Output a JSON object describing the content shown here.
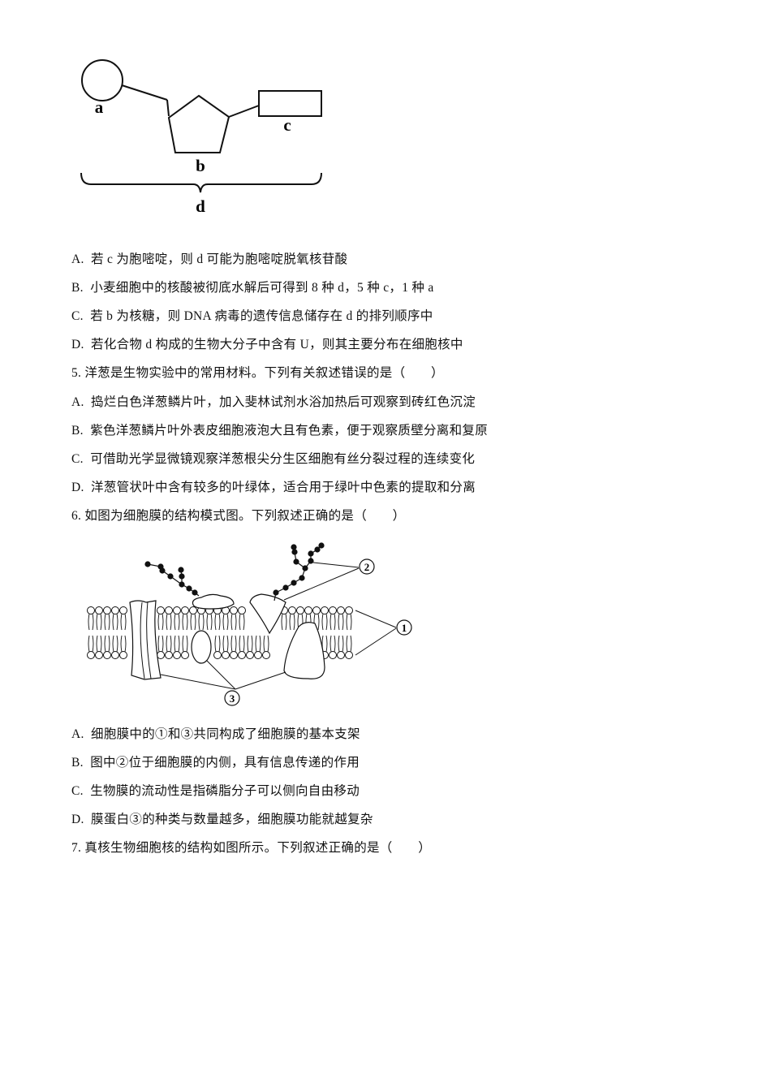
{
  "figure1": {
    "labels": {
      "a": "a",
      "b": "b",
      "c": "c",
      "d": "d"
    }
  },
  "question4_options": [
    {
      "label": "A.",
      "text": "若 c 为胞嘧啶，则 d 可能为胞嘧啶脱氧核苷酸"
    },
    {
      "label": "B.",
      "text": "小麦细胞中的核酸被彻底水解后可得到 8 种 d，5 种 c，1 种 a"
    },
    {
      "label": "C.",
      "text": "若 b 为核糖，则 DNA 病毒的遗传信息储存在 d 的排列顺序中"
    },
    {
      "label": "D.",
      "text": "若化合物 d 构成的生物大分子中含有 U，则其主要分布在细胞核中"
    }
  ],
  "question5": {
    "stem": "5.  洋葱是生物实验中的常用材料。下列有关叙述错误的是（　　）",
    "options": [
      {
        "label": "A.",
        "text": "捣烂白色洋葱鳞片叶，加入斐林试剂水浴加热后可观察到砖红色沉淀"
      },
      {
        "label": "B.",
        "text": "紫色洋葱鳞片叶外表皮细胞液泡大且有色素，便于观察质壁分离和复原"
      },
      {
        "label": "C.",
        "text": "可借助光学显微镜观察洋葱根尖分生区细胞有丝分裂过程的连续变化"
      },
      {
        "label": "D.",
        "text": "洋葱管状叶中含有较多的叶绿体，适合用于绿叶中色素的提取和分离"
      }
    ]
  },
  "question6": {
    "stem": "6.  如图为细胞膜的结构模式图。下列叙述正确的是（　　）",
    "figure_labels": {
      "one": "①",
      "two": "②",
      "three": "③"
    },
    "options": [
      {
        "label": "A.",
        "text": "细胞膜中的①和③共同构成了细胞膜的基本支架"
      },
      {
        "label": "B.",
        "text": "图中②位于细胞膜的内侧，具有信息传递的作用"
      },
      {
        "label": "C.",
        "text": "生物膜的流动性是指磷脂分子可以侧向自由移动"
      },
      {
        "label": "D.",
        "text": "膜蛋白③的种类与数量越多，细胞膜功能就越复杂"
      }
    ]
  },
  "question7": {
    "stem": "7.  真核生物细胞核的结构如图所示。下列叙述正确的是（　　）"
  }
}
